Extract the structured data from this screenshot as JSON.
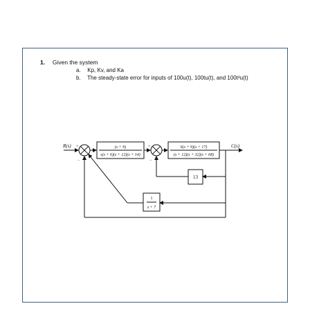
{
  "question": {
    "number": "1.",
    "text": "Given the system",
    "items": [
      {
        "label": "a.",
        "text": "Kp, Kv, and Ka"
      },
      {
        "label": "b.",
        "text": "The steady-state error for inputs of 100u(t), 100tu(t), and 100t²u(t)"
      }
    ]
  },
  "diagram": {
    "input_label": "R(s)",
    "output_label": "C(s)",
    "sum1_signs": {
      "top": "+",
      "bottom": "−"
    },
    "sum2_signs": {
      "top": "+",
      "bottom": "−"
    },
    "block1": {
      "num": "(s + 9)",
      "den": "s(s + 6)(s + 12)(s + 14)"
    },
    "block2": {
      "num": "6(s + 9)(s + 17)",
      "den": "(s + 12)(s + 32)(s + 68)"
    },
    "block3": {
      "value": "13"
    },
    "block4": {
      "num": "1",
      "den": "s + 7"
    }
  },
  "colors": {
    "frame": "#3f5f84",
    "ink": "#111111"
  }
}
